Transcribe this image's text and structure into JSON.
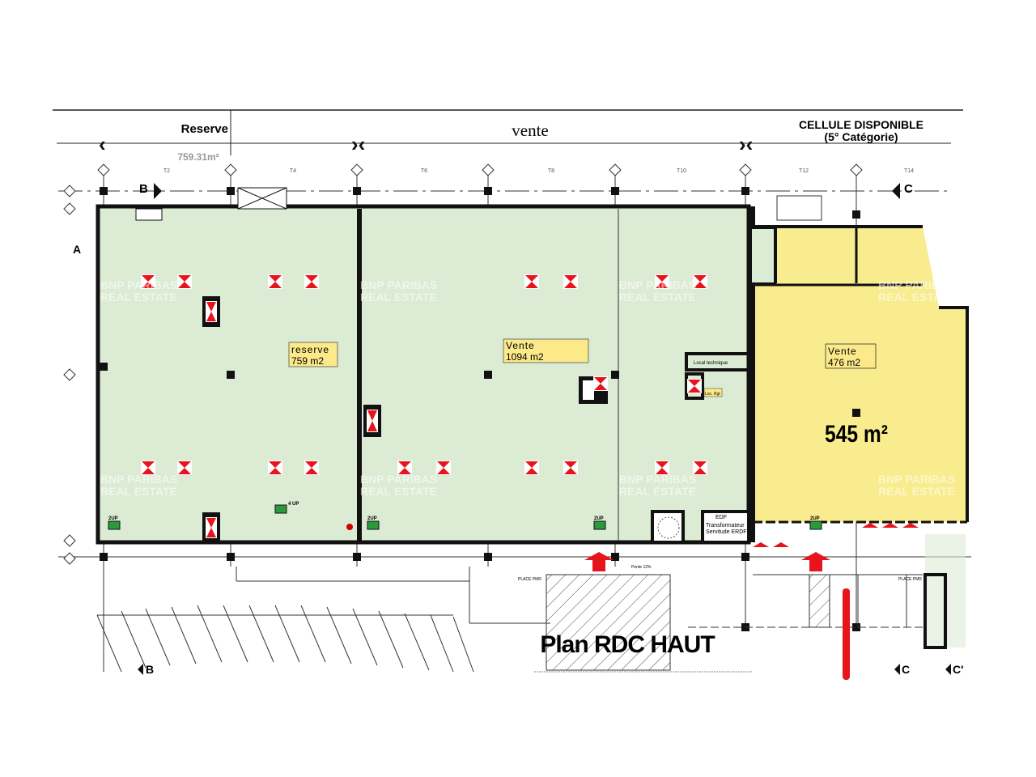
{
  "header": {
    "reserve_title": "Reserve",
    "reserve_area": "759.31m²",
    "vente_title": "vente",
    "cellule_title": "CELLULE DISPONIBLE",
    "cellule_subtitle": "(5° Catégorie)"
  },
  "grid_axes": [
    "T2",
    "T4",
    "T6",
    "T8",
    "T10",
    "T12",
    "T14"
  ],
  "section_marks": {
    "a": "A",
    "b": "B",
    "c": "C",
    "b_bottom": "B",
    "c_bottom": "C",
    "c_prime": "C'"
  },
  "rooms": {
    "reserve": {
      "name": "reserve",
      "area": "759 m2"
    },
    "vente_main": {
      "name": "Vente",
      "area": "1094 m2"
    },
    "vente_cell": {
      "name": "Vente",
      "area": "476 m2"
    },
    "total_cell": "545 m²",
    "local_technique": "Local technique",
    "transformer": "Transformateur",
    "transformer_sub": "Servitude ERDF",
    "erdf": "EDF",
    "loc_rgt": "Loc. Rgt"
  },
  "exits": [
    "2UP",
    "4 UP",
    "2UP",
    "2UP",
    "2UP"
  ],
  "parking": {
    "pmr_1": "PLACE PMR",
    "pmr_2": "PLACE PMR",
    "ramp": "Pente 12%"
  },
  "watermark": {
    "line1": "BNP PARIBAS",
    "line2": "REAL ESTATE"
  },
  "plan_title": "Plan RDC HAUT",
  "colors": {
    "reserve_fill": "#dcebd4",
    "cell_fill": "#f9ec8e",
    "label_fill": "#fbe98a",
    "accent_red": "#e8141b"
  }
}
